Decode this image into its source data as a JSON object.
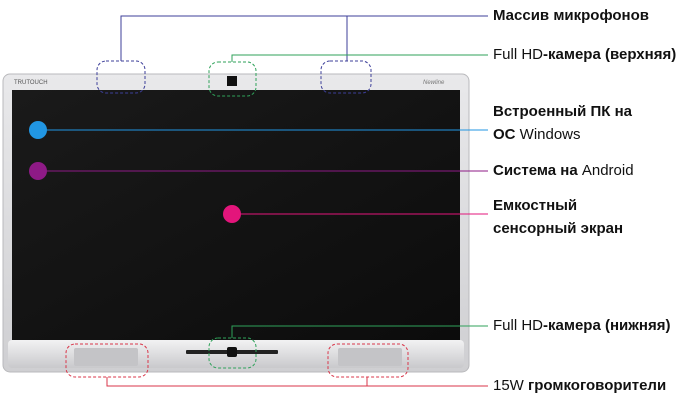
{
  "device": {
    "brand_logo": "TRUTOUCH",
    "corner_logo": "Newline"
  },
  "labels": {
    "mic_array": "Массив микрофонов",
    "top_camera": {
      "prefix": "Full HD",
      "bold": "-камера (верхняя)"
    },
    "pc": {
      "line1": "Встроенный ПК на",
      "line2_bold": "ОС",
      "line2_normal": " Windows"
    },
    "android": {
      "bold": "Система на",
      "normal": " Android"
    },
    "touch": {
      "line1": "Емкостный",
      "line2": "сенсорный экран"
    },
    "bottom_camera": {
      "prefix": "Full HD",
      "bold": "-камера (нижняя)"
    },
    "speakers": {
      "prefix": "15W",
      "bold": " громкоговорители"
    }
  },
  "colors": {
    "mic": "#3d3f9a",
    "camera": "#2fa25a",
    "pc": "#2196e3",
    "android": "#8e1a86",
    "touch": "#e3157b",
    "speakers": "#d9364a",
    "screen": "#141414",
    "bezel": "#d8d8da"
  }
}
